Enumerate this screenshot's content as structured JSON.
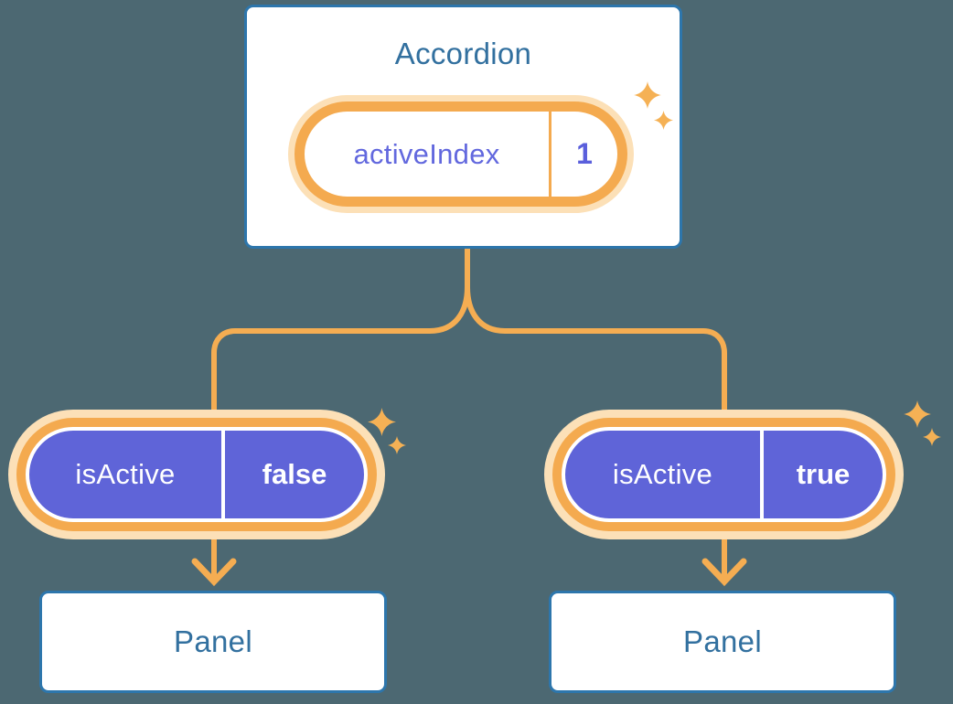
{
  "diagram": {
    "kind": "component-tree",
    "accordion": {
      "title": "Accordion",
      "state": {
        "label": "activeIndex",
        "value": "1"
      }
    },
    "props": [
      {
        "label": "isActive",
        "value": "false"
      },
      {
        "label": "isActive",
        "value": "true"
      }
    ],
    "panels": [
      {
        "label": "Panel"
      },
      {
        "label": "Panel"
      }
    ]
  },
  "decorations": {
    "sparkles": "four-pointed-star",
    "sparkle_groups": 3,
    "per_group": [
      "large",
      "small"
    ]
  },
  "colors": {
    "background": "#4C6872",
    "node_fill": "#FFFFFF",
    "node_border": "#2D76AC",
    "node_text": "#32709F",
    "connector_orange": "#F5AD52",
    "ring_orange": "#F4AA4F",
    "ring_glow": "#FCE0B7",
    "pill_purple": "#5F64D8",
    "pill_text_purple": "#6268DE",
    "pill_text_white": "#FFFFFF",
    "sparkle": "#F5B155"
  }
}
